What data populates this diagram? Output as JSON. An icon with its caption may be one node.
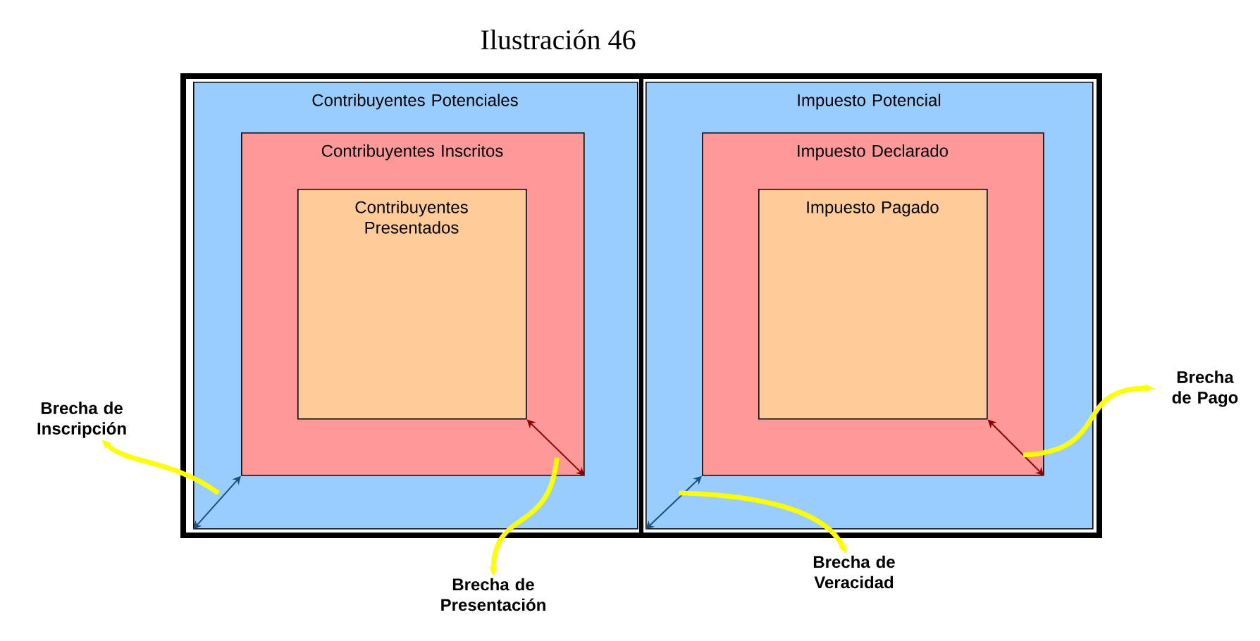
{
  "diagram": {
    "title": "Ilustración 46",
    "nodes": [
      {
        "text": [
          "Contribuyentes Potenciales"
        ]
      },
      {
        "text": [
          "Contribuyentes Inscritos"
        ],
        "in": 0
      },
      {
        "text": [
          "Contribuyentes Presentados"
        ],
        "in": 1
      },
      {
        "text": [
          "Impuesto Potencial"
        ]
      },
      {
        "text": [
          "Impuesto Declarado"
        ],
        "in": 3
      },
      {
        "text": [
          "Impuesto Pagado"
        ],
        "in": 4
      },
      {
        "text": [
          "Brecha de Inscripción"
        ]
      },
      {
        "text": [
          "Brecha de Presentación"
        ]
      },
      {
        "text": [
          "Brecha de Veracidad"
        ]
      },
      {
        "text": [
          "Brecha de Pago"
        ]
      }
    ],
    "edges": [
      {
        "from": 0,
        "to": 1,
        "arrow": "both",
        "color": "#1f4e79"
      },
      {
        "from": 1,
        "to": 2,
        "arrow": "both",
        "color": "#8b0000"
      },
      {
        "from": 3,
        "to": 4,
        "arrow": "both",
        "color": "#1f4e79"
      },
      {
        "from": 4,
        "to": 5,
        "arrow": "both",
        "color": "#8b0000"
      },
      {
        "from": null,
        "to": 6,
        "arrow": "to",
        "style": "thick",
        "color": "#ffff00"
      },
      {
        "from": null,
        "to": 7,
        "arrow": "to",
        "style": "thick",
        "color": "#ffff00"
      },
      {
        "from": null,
        "to": 8,
        "arrow": "to",
        "style": "thick",
        "color": "#ffff00"
      },
      {
        "from": null,
        "to": 9,
        "arrow": "to",
        "style": "thick",
        "color": "#ffff00"
      }
    ]
  }
}
